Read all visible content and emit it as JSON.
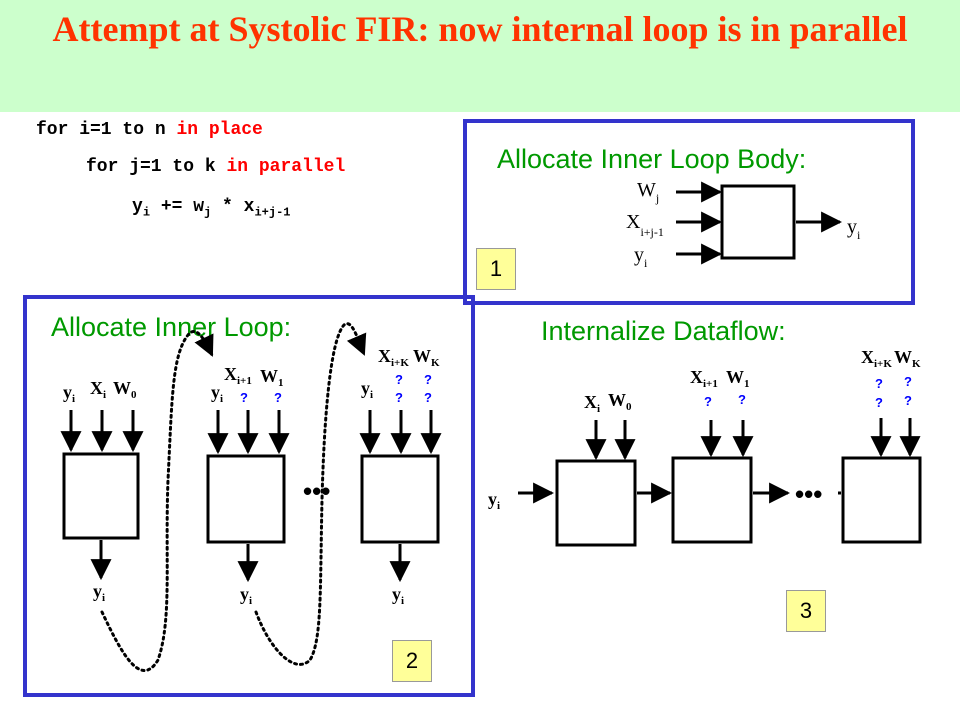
{
  "title": "Attempt at Systolic FIR: now internal loop is in parallel",
  "code": {
    "line1": {
      "pre": "for i=1 to n ",
      "kw": "in place"
    },
    "line2": {
      "pre": "for j=1 to k ",
      "kw": "in parallel"
    },
    "line3": {
      "y": "y",
      "y_sub": "i",
      "op": " += ",
      "w": "w",
      "w_sub": "j",
      "mul": " * ",
      "x": "x",
      "x_sub": "i+j-1"
    }
  },
  "panels": {
    "inner_loop_body": {
      "heading": "Allocate Inner Loop Body:",
      "step": "1",
      "inputs": [
        {
          "base": "W",
          "sub": "j"
        },
        {
          "base": "X",
          "sub": "i+j-1"
        },
        {
          "base": "y",
          "sub": "i"
        }
      ],
      "output": {
        "base": "y",
        "sub": "i"
      }
    },
    "inner_loop": {
      "heading": "Allocate Inner Loop:",
      "step": "2",
      "cell1": {
        "y": "y",
        "y_sub": "i",
        "x": "X",
        "x_sub": "i",
        "w": "W",
        "w_sub": "0"
      },
      "cell2": {
        "y": "y",
        "y_sub": "i",
        "x": "X",
        "x_sub": "i+1",
        "w": "W",
        "w_sub": "1"
      },
      "cell3": {
        "y": "y",
        "y_sub": "i",
        "x": "X",
        "x_sub": "i+K",
        "w": "W",
        "w_sub": "K"
      },
      "unknown": "?",
      "ellipsis": "•••"
    },
    "internalize": {
      "heading": "Internalize Dataflow:",
      "step": "3",
      "input": {
        "base": "y",
        "sub": "i"
      },
      "cell1": {
        "x": "X",
        "x_sub": "i",
        "w": "W",
        "w_sub": "0"
      },
      "cell2": {
        "x": "X",
        "x_sub": "i+1",
        "w": "W",
        "w_sub": "1"
      },
      "cell3": {
        "x": "X",
        "x_sub": "i+K",
        "w": "W",
        "w_sub": "K"
      },
      "unknown": "?",
      "ellipsis": "•••"
    }
  }
}
